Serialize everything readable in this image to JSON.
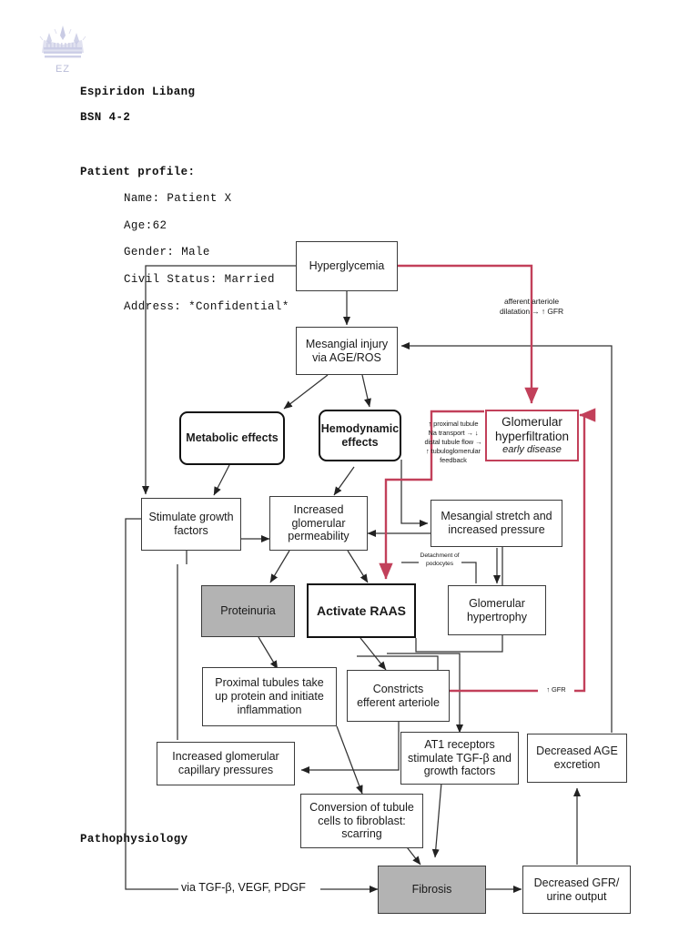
{
  "document": {
    "logo_text": "EZ",
    "author": "Espiridon Libang",
    "section": "BSN 4-2",
    "profile_heading": "Patient profile:",
    "profile_fields": [
      "Name: Patient X",
      "Age:62",
      "Gender: Male",
      "Civil Status: Married",
      "Address: *Confidential*"
    ],
    "diagram_heading": "Pathophysiology"
  },
  "colors": {
    "red_accent": "#c2405a",
    "gray_fill": "#b3b3b3",
    "box_stroke": "#3b3b3b",
    "watermark": "#c9cbe4"
  },
  "chart_data": {
    "type": "diagram",
    "title": "Pathophysiology",
    "nodes": [
      {
        "id": "hyperglycemia",
        "label": "Hyperglycemia",
        "style": "plain"
      },
      {
        "id": "mesangial-injury",
        "label": "Mesangial injury via AGE/ROS",
        "style": "plain"
      },
      {
        "id": "metabolic-effects",
        "label": "Metabolic effects",
        "style": "bold-rounded"
      },
      {
        "id": "hemodynamic-effects",
        "label": "Hemodynamic effects",
        "style": "bold-rounded"
      },
      {
        "id": "glomerular-hyperfiltration",
        "label": "Glomerular hyperfiltration",
        "sublabel": "early disease",
        "style": "red"
      },
      {
        "id": "stimulate-growth-factors",
        "label": "Stimulate growth factors",
        "style": "plain"
      },
      {
        "id": "increased-glomerular-permeability",
        "label": "Increased glomerular permeability",
        "style": "plain"
      },
      {
        "id": "mesangial-stretch",
        "label": "Mesangial stretch and increased pressure",
        "style": "plain"
      },
      {
        "id": "proteinuria",
        "label": "Proteinuria",
        "style": "gray"
      },
      {
        "id": "activate-raas",
        "label": "Activate RAAS",
        "style": "bold-square"
      },
      {
        "id": "glomerular-hypertrophy",
        "label": "Glomerular hypertrophy",
        "style": "plain"
      },
      {
        "id": "proximal-tubules",
        "label": "Proximal tubules take up protein and initiate inflammation",
        "style": "plain"
      },
      {
        "id": "constricts-efferent-arteriole",
        "label": "Constricts efferent arteriole",
        "style": "plain"
      },
      {
        "id": "at1-receptors",
        "label": "AT1 receptors stimulate TGF-β and growth factors",
        "style": "plain"
      },
      {
        "id": "decreased-age-excretion",
        "label": "Decreased AGE excretion",
        "style": "plain"
      },
      {
        "id": "increased-glomerular-capillary-pressures",
        "label": "Increased glomerular capillary pressures",
        "style": "plain"
      },
      {
        "id": "conversion-tubule-fibroblast",
        "label": "Conversion of tubule cells to fibroblast: scarring",
        "style": "plain"
      },
      {
        "id": "fibrosis",
        "label": "Fibrosis",
        "style": "gray"
      },
      {
        "id": "decreased-gfr",
        "label": "Decreased GFR/ urine output",
        "style": "plain"
      }
    ],
    "annotations": [
      {
        "id": "afferent-arteriole-note",
        "text": "afferent arteriole dilatation → ↑ GFR"
      },
      {
        "id": "tubuloglomerular-note",
        "text": "↑ proximal tubule Na transport → ↓ distal tubule flow → ↑ tubuloglomerular feedback"
      },
      {
        "id": "detachment-podocytes-note",
        "text": "Detachment of podocytes"
      },
      {
        "id": "gfr-up-label",
        "text": "↑ GFR"
      },
      {
        "id": "via-growth-factors-label",
        "text": "via TGF-β, VEGF, PDGF"
      }
    ],
    "node_text": {
      "hyperglycemia": "Hyperglycemia",
      "mesangial_injury_l1": "Mesangial injury",
      "mesangial_injury_l2": "via AGE/ROS",
      "metabolic_effects": "Metabolic effects",
      "hemodynamic_l1": "Hemodynamic",
      "hemodynamic_l2": "effects",
      "hyperfiltration_l1": "Glomerular",
      "hyperfiltration_l2": "hyperfiltration",
      "hyperfiltration_sub": "early disease",
      "stimulate_l1": "Stimulate growth",
      "stimulate_l2": "factors",
      "permeability_l1": "Increased",
      "permeability_l2": "glomerular",
      "permeability_l3": "permeability",
      "stretch_l1": "Mesangial stretch and",
      "stretch_l2": "increased pressure",
      "proteinuria": "Proteinuria",
      "activate_raas": "Activate RAAS",
      "hypertrophy_l1": "Glomerular",
      "hypertrophy_l2": "hypertrophy",
      "proximal_l1": "Proximal tubules take",
      "proximal_l2": "up protein and initiate",
      "proximal_l3": "inflammation",
      "constricts_l1": "Constricts",
      "constricts_l2": "efferent arteriole",
      "at1_l1": "AT1 receptors",
      "at1_l2": "stimulate TGF-β and",
      "at1_l3": "growth factors",
      "decreased_age_l1": "Decreased AGE",
      "decreased_age_l2": "excretion",
      "capillary_l1": "Increased glomerular",
      "capillary_l2": "capillary pressures",
      "conversion_l1": "Conversion of tubule",
      "conversion_l2": "cells to fibroblast:",
      "conversion_l3": "scarring",
      "fibrosis": "Fibrosis",
      "decreased_gfr_l1": "Decreased GFR/",
      "decreased_gfr_l2": "urine output"
    },
    "annotation_text": {
      "afferent_l1": "afferent arteriole",
      "afferent_l2": "dilatation → ↑ GFR",
      "tubulo_l1": "↑ proximal tubule",
      "tubulo_l2": "Na transport → ↓",
      "tubulo_l3": "distal tubule flow →",
      "tubulo_l4": "↑ tubuloglomerular",
      "tubulo_l5": "feedback",
      "detach_l1": "Detachment of",
      "detach_l2": "podocytes",
      "gfr_up": "↑ GFR",
      "via_growth": "via TGF-β, VEGF, PDGF"
    }
  }
}
